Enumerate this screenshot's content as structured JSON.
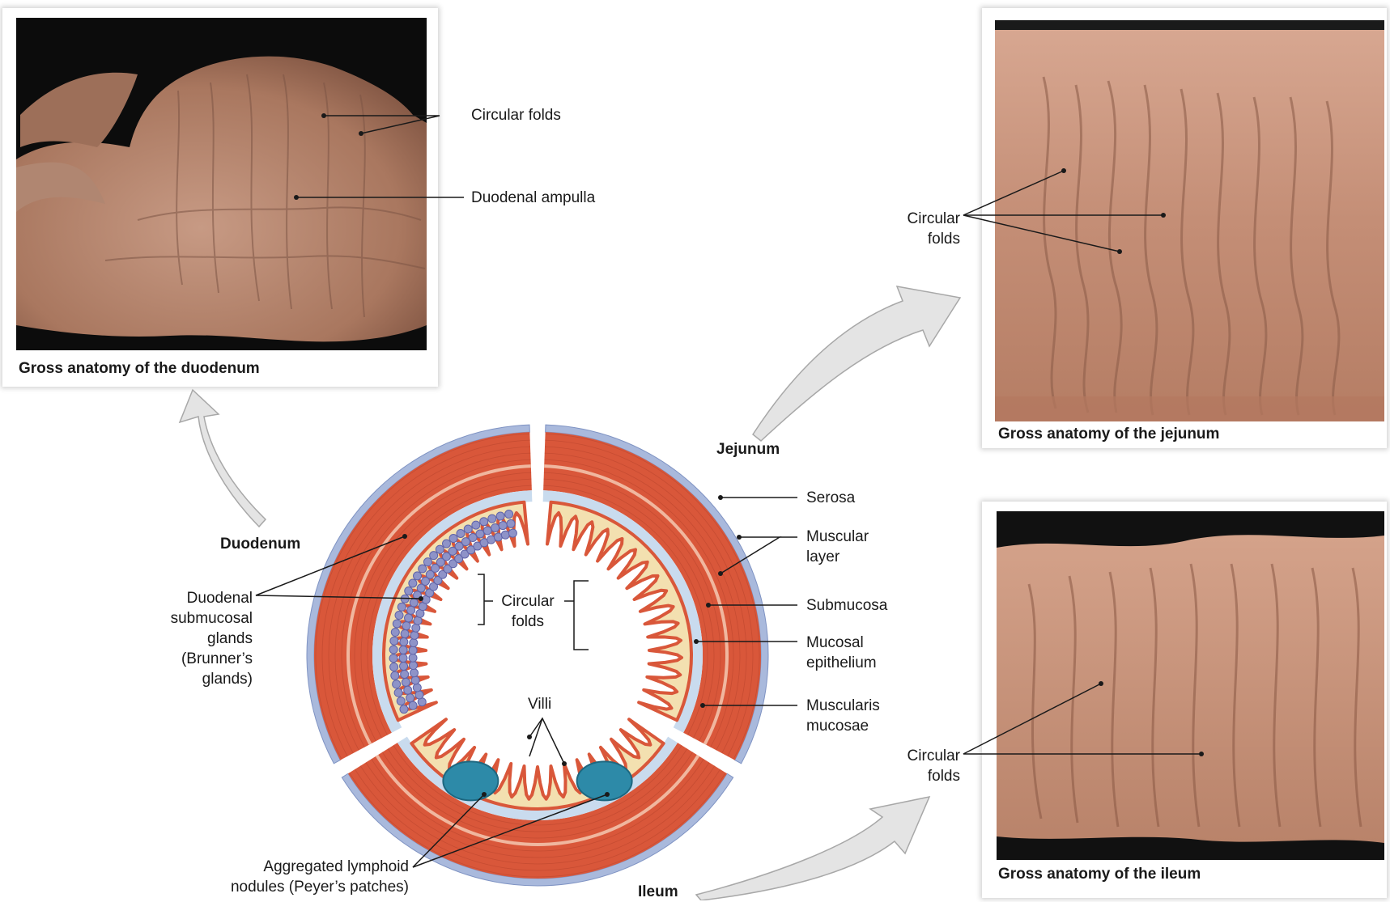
{
  "photos": {
    "duodenum": {
      "caption": "Gross anatomy of the duodenum",
      "callouts": {
        "circular_folds": "Circular folds",
        "duodenal_ampulla": "Duodenal ampulla"
      }
    },
    "jejunum": {
      "caption": "Gross anatomy of the jejunum",
      "callouts": {
        "circular_folds_l1": "Circular",
        "circular_folds_l2": "folds"
      }
    },
    "ileum": {
      "caption": "Gross anatomy of the ileum",
      "callouts": {
        "circular_folds_l1": "Circular",
        "circular_folds_l2": "folds"
      }
    }
  },
  "section_labels": {
    "duodenum": "Duodenum",
    "jejunum": "Jejunum",
    "ileum": "Ileum"
  },
  "left_labels": {
    "glands": [
      "Duodenal",
      "submucosal",
      "glands",
      "(Brunner’s",
      "glands)"
    ],
    "lymphoid": [
      "Aggregated lymphoid",
      "nodules (Peyer’s patches)"
    ]
  },
  "center_labels": {
    "circular_folds": [
      "Circular",
      "folds"
    ],
    "villi": "Villi"
  },
  "layer_labels": {
    "serosa": [
      "Serosa"
    ],
    "muscular_layer": [
      "Muscular",
      "layer"
    ],
    "submucosa": [
      "Submucosa"
    ],
    "mucosal_epithelium": [
      "Mucosal",
      "epithelium"
    ],
    "muscularis_mucosae": [
      "Muscularis",
      "mucosae"
    ]
  },
  "colors": {
    "muscle": "#d9573a",
    "serosa": "#a9b9dc",
    "submucosa": "#c9dbee",
    "lamina": "#f3e0b0",
    "brunner": "#8e93c8",
    "peyer": "#2d8aa8",
    "tissue_photo": "#c9927a",
    "photo_bg": "#141414",
    "arrow_fill": "#e4e4e4",
    "arrow_stroke": "#a8a8a8"
  }
}
